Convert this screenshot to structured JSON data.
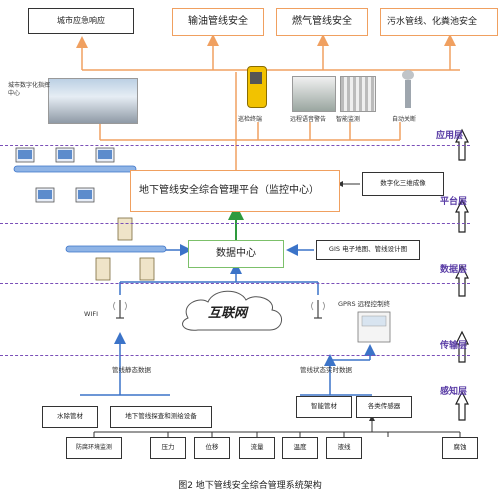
{
  "top_boxes": {
    "emergency": "城市应急响应",
    "oil": "输油管线安全",
    "gas": "燃气管线安全",
    "sewage": "污水管线、化粪池安全"
  },
  "app": {
    "command_center": "城市数字化指挥中心",
    "items": [
      "巡检终端",
      "远程语音警告",
      "智能监测",
      "自动关断"
    ]
  },
  "platform": {
    "main": "地下管线安全综合管理平台（监控中心）",
    "side": "数字化三维成像"
  },
  "data_layer": {
    "center": "数据中心",
    "gis": "GIS 电子地图、管线设计图"
  },
  "transport": {
    "wifi": "WIFI",
    "internet": "互联网",
    "gprs": "GPRS 远程控制终"
  },
  "sensing": {
    "left_label": "管线静态数据",
    "right_label": "管线状态实时数据",
    "water": "水除管材",
    "detect": "地下管线探查和测绘设备",
    "smart_pipe": "智能管材",
    "sensors": "各类传感器",
    "sensor_types": [
      "防腐环境监测",
      "压力",
      "位移",
      "流量",
      "温度",
      "液线",
      "腐蚀"
    ]
  },
  "layers": [
    "应用层",
    "平台层",
    "数据层",
    "传输层",
    "感知层"
  ],
  "caption": "图2  地下管线安全综合管理系统架构",
  "colors": {
    "orange": "#f0a060",
    "green": "#2e9a3e",
    "blue": "#3b73c8",
    "purple": "#7a4fb8"
  }
}
